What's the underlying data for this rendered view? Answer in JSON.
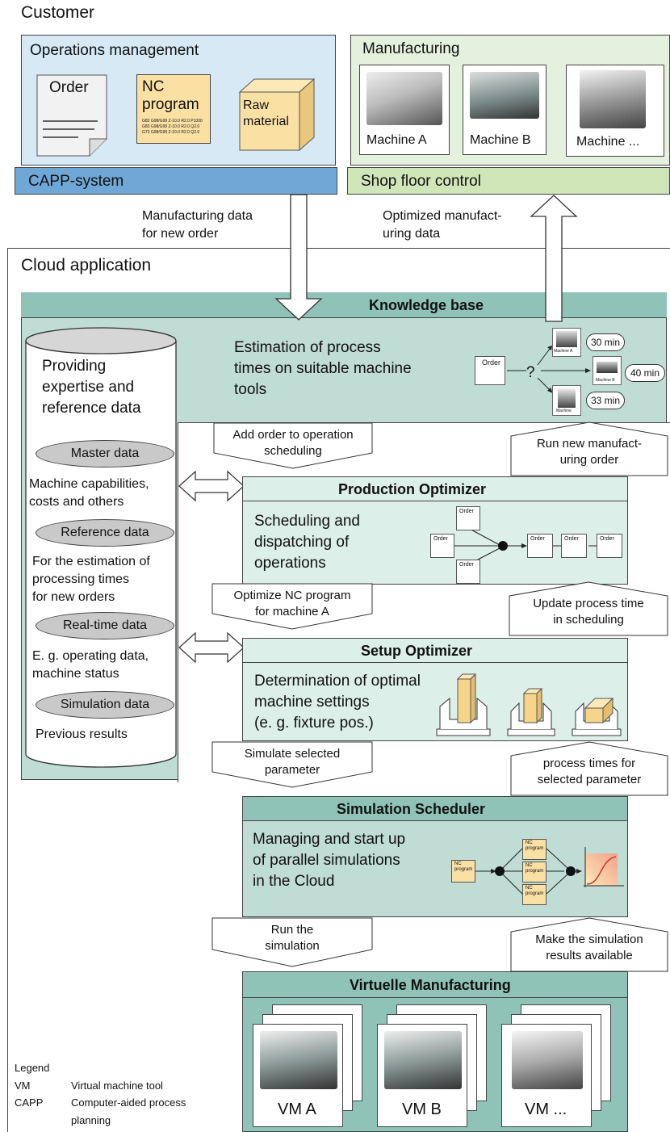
{
  "customer": {
    "title": "Customer",
    "ops": {
      "title": "Operations management",
      "order": "Order",
      "nc_title_1": "NC",
      "nc_title_2": "program",
      "nc_code": [
        "G82 G98/G99 Z-10.0 R2.0 P1000",
        "G83 G98/G99 Z-10.0 R2.0 Q2.0",
        "G73 G98/G99 Z-10.0 R2.0 Q2.0"
      ],
      "raw_1": "Raw",
      "raw_2": "material"
    },
    "capp": "CAPP-system",
    "manufacturing": {
      "title": "Manufacturing",
      "machines": [
        "Machine A",
        "Machine B",
        "Machine ..."
      ]
    },
    "shop_floor": "Shop floor control"
  },
  "flow": {
    "down_label": [
      "Manufacturing data",
      "for new order"
    ],
    "up_label": [
      "Optimized manufact-",
      "uring data"
    ]
  },
  "cloud": {
    "title": "Cloud application",
    "knowledge_base": {
      "title": "Knowledge base",
      "text": [
        "Estimation of process",
        "times on suitable machine",
        "tools"
      ],
      "order": "Order",
      "question": "?",
      "times": [
        "30 min",
        "40 min",
        "33 min"
      ],
      "mini_labels": [
        "Machine A",
        "Machine B",
        "Machine"
      ]
    },
    "cylinder": {
      "title": [
        "Providing",
        "expertise and",
        "reference data"
      ],
      "sections": [
        {
          "label": "Master data",
          "text": [
            "Machine capabilities,",
            "costs and others"
          ]
        },
        {
          "label": "Reference data",
          "text": [
            "For the estimation of",
            "processing times",
            "for new orders"
          ]
        },
        {
          "label": "Real-time data",
          "text": [
            "E. g. operating data,",
            "machine status"
          ]
        },
        {
          "label": "Simulation data",
          "text": [
            "Previous results"
          ]
        }
      ]
    },
    "callouts": {
      "add_order": [
        "Add order to operation",
        "scheduling"
      ],
      "run_new": [
        "Run new manufact-",
        "uring order"
      ],
      "optimize_nc": [
        "Optimize NC program",
        "for machine A"
      ],
      "update_time": [
        "Update process time",
        "in scheduling"
      ],
      "simulate": [
        "Simulate selected",
        "parameter"
      ],
      "process_times": [
        "process times for",
        "selected parameter"
      ],
      "run_sim": [
        "Run the",
        "simulation"
      ],
      "make_avail": [
        "Make the simulation",
        "results available"
      ]
    },
    "production_optimizer": {
      "title": "Production Optimizer",
      "text": [
        "Scheduling and",
        "dispatching of",
        "operations"
      ],
      "order": "Order"
    },
    "setup_optimizer": {
      "title": "Setup Optimizer",
      "text": [
        "Determination of optimal",
        "machine settings",
        "(e. g. fixture pos.)"
      ]
    },
    "simulation_scheduler": {
      "title": "Simulation Scheduler",
      "text": [
        "Managing and start up",
        "of parallel simulations",
        "in the Cloud"
      ],
      "nc_1": "NC",
      "nc_2": "program"
    },
    "virtual_manufacturing": {
      "title": "Virtuelle Manufacturing",
      "vms": [
        "VM A",
        "VM B",
        "VM ..."
      ]
    }
  },
  "legend": {
    "title": "Legend",
    "items": [
      {
        "abbr": "VM",
        "text": [
          "Virtual machine tool"
        ]
      },
      {
        "abbr": "CAPP",
        "text": [
          "Computer-aided process",
          "planning"
        ]
      }
    ]
  },
  "colors": {
    "ops_bg": "#d6e9f5",
    "capp_bg": "#6fa8d6",
    "manuf_bg": "#e4f1dc",
    "shop_bg": "#cfe6b8",
    "nc_bg": "#fbe0a4",
    "teal": "#bfdcd5",
    "teal_dark": "#8fc3b8"
  }
}
